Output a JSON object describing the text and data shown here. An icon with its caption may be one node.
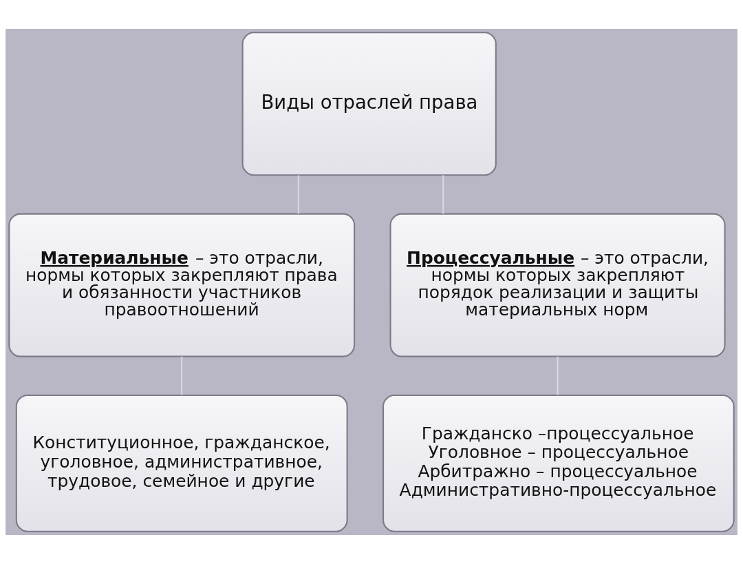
{
  "diagram": {
    "nodes": [
      {
        "text": [
          "Виды отраслей права"
        ]
      },
      {
        "text": [
          "**Материальные** – это отрасли, нормы которых закрепляют права и обязанности участников правоотношений"
        ]
      },
      {
        "text": [
          "**Процессуальные** – это отрасли, нормы которых закрепляют порядок реализации и защиты материальных норм"
        ]
      },
      {
        "text": [
          "Конституционное, гражданское, уголовное, административное, трудовое, семейное и другие"
        ]
      },
      {
        "text": [
          "Гражданско –процессуальное",
          "Уголовное – процессуальное",
          "Арбитражно – процессуальное",
          "Административно-процессуальное"
        ]
      }
    ],
    "edges": [
      {
        "from": 0,
        "to": 1,
        "arrow": "none"
      },
      {
        "from": 0,
        "to": 2,
        "arrow": "none"
      },
      {
        "from": 1,
        "to": 3,
        "arrow": "none"
      },
      {
        "from": 2,
        "to": 4,
        "arrow": "none"
      }
    ]
  }
}
